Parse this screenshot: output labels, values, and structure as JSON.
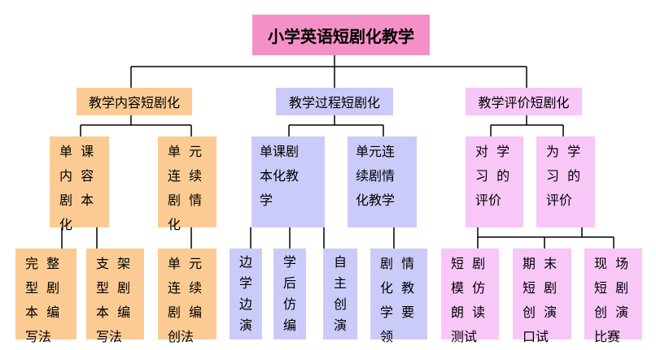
{
  "root": "小学英语短剧化教学",
  "level1": [
    "教学内容短剧化",
    "教学过程短剧化",
    "教学评价短剧化"
  ],
  "level2": [
    "单  课\n内  容\n剧  本\n化",
    "单  元\n连  续\n剧  情\n化",
    "单课剧\n本化教\n学",
    "单元连\n续剧情\n化教学",
    "对  学\n习  的\n评价",
    "为  学\n习  的\n评价"
  ],
  "level3": [
    "完  整\n型  剧\n本  编\n写法",
    "支  架\n型  剧\n本  编\n写法",
    "单  元\n连  续\n剧  编\n创法",
    "边\n学\n边\n演",
    "学\n后\n仿\n编",
    "自\n主\n创\n演",
    "剧  情\n化  教\n学  要\n领",
    "短  剧\n模  仿\n朗  读\n测试",
    "期  末\n短  剧\n创  演\n口试",
    "现  场\n短  剧\n创  演\n比赛"
  ]
}
